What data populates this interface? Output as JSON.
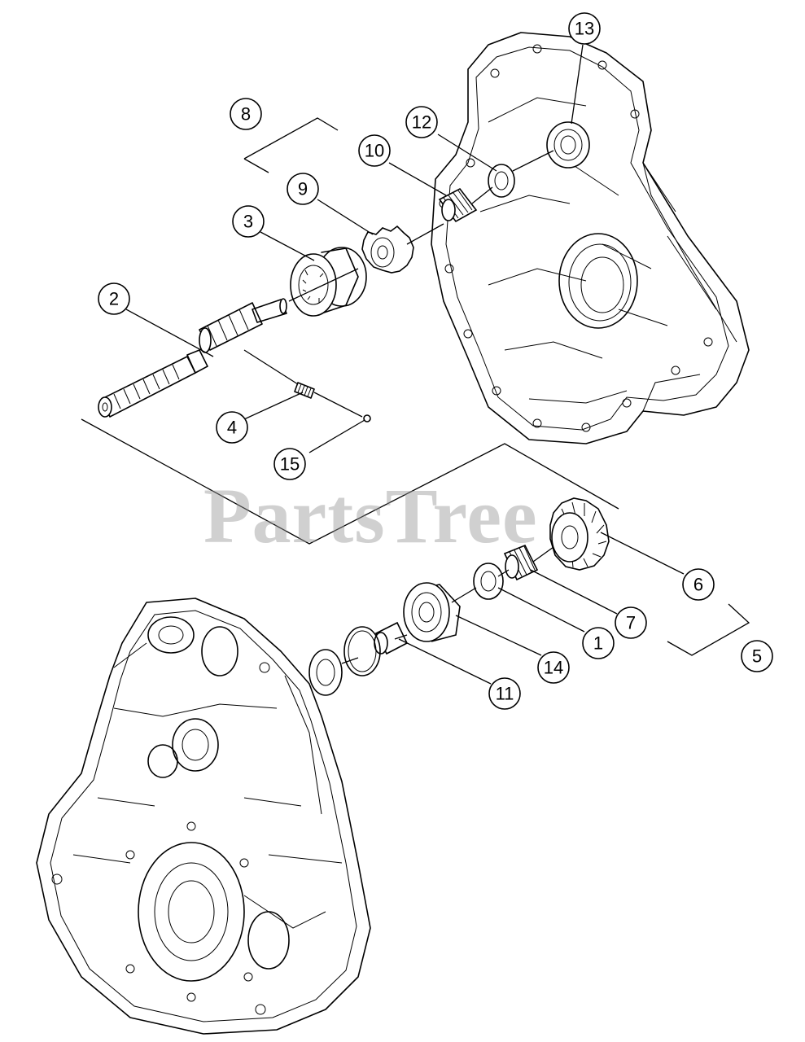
{
  "watermark": "PartsTree",
  "callouts": [
    {
      "id": "callout-1",
      "label": "1"
    },
    {
      "id": "callout-2",
      "label": "2"
    },
    {
      "id": "callout-3",
      "label": "3"
    },
    {
      "id": "callout-4",
      "label": "4"
    },
    {
      "id": "callout-5",
      "label": "5"
    },
    {
      "id": "callout-6",
      "label": "6"
    },
    {
      "id": "callout-7",
      "label": "7"
    },
    {
      "id": "callout-8",
      "label": "8"
    },
    {
      "id": "callout-9",
      "label": "9"
    },
    {
      "id": "callout-10",
      "label": "10"
    },
    {
      "id": "callout-11",
      "label": "11"
    },
    {
      "id": "callout-12",
      "label": "12"
    },
    {
      "id": "callout-13",
      "label": "13"
    },
    {
      "id": "callout-14",
      "label": "14"
    },
    {
      "id": "callout-15",
      "label": "15"
    }
  ]
}
